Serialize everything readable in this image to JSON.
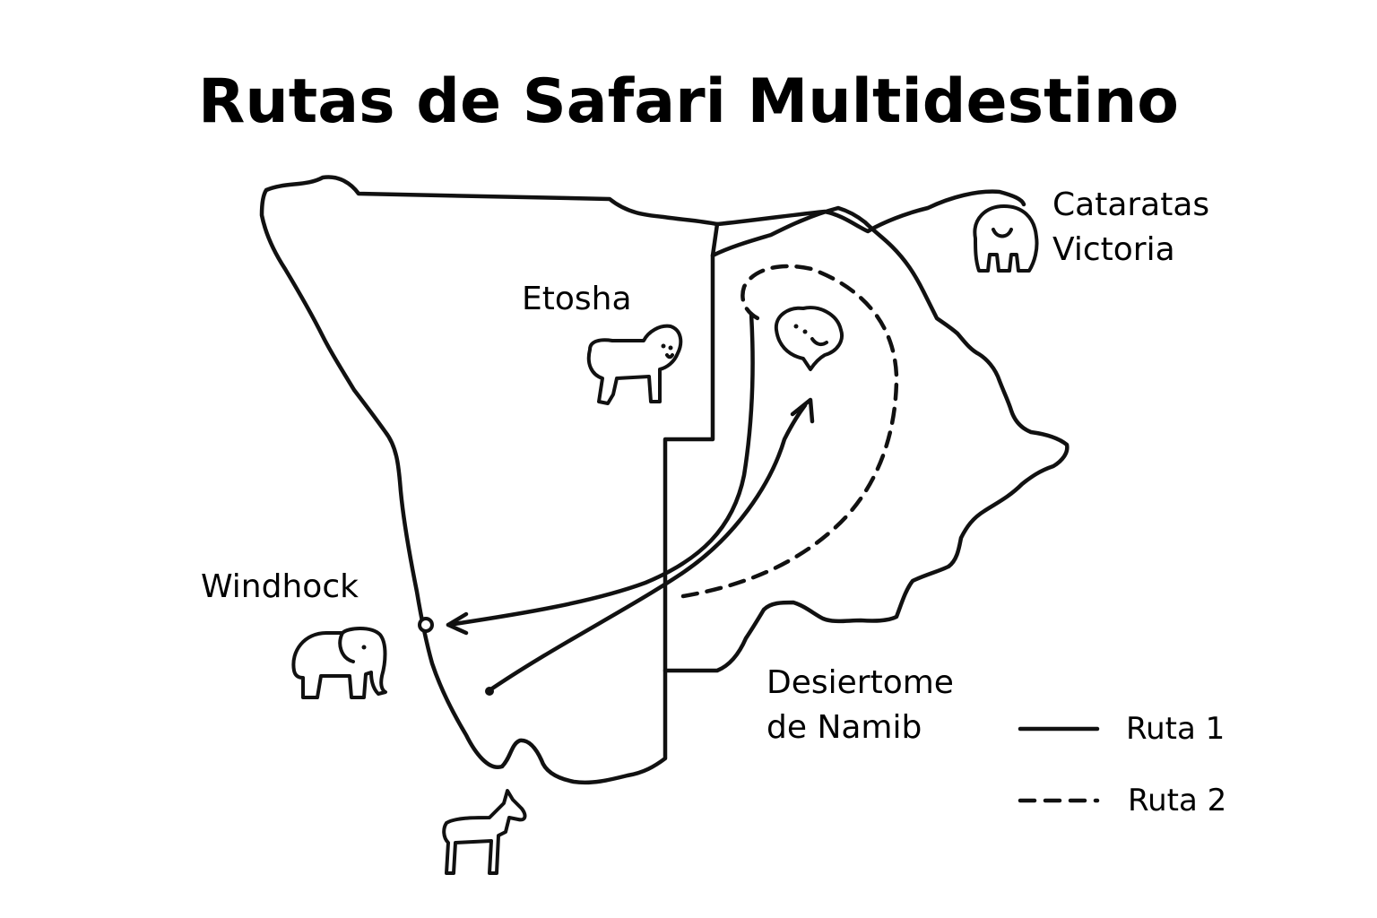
{
  "title": "Rutas de Safari Multidestino",
  "places": {
    "etosha": "Etosha",
    "windhock": "Windhock",
    "victoria_line1": "Cataratas",
    "victoria_line2": "Victoria",
    "namib_line1": "Desiertome",
    "namib_line2": "de Namib"
  },
  "legend": {
    "route1": "Ruta 1",
    "route2": "Ruta 2"
  },
  "icons": [
    "lion-icon",
    "elephant-icon",
    "antelope-icon",
    "hippo-icon",
    "lion-head-icon"
  ]
}
